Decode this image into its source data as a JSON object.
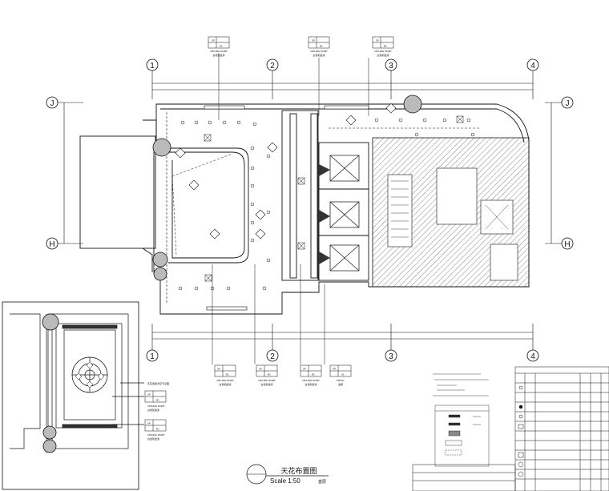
{
  "grid": {
    "columns": [
      "1",
      "2",
      "3",
      "4"
    ],
    "rows": [
      "J",
      "H"
    ]
  },
  "title": {
    "name": "天花布置图",
    "scale": "Scale 1:50",
    "floor": "首层"
  },
  "callouts": {
    "top": [
      {
        "code": "SP",
        "ref": "B1",
        "text": "CEILING PAINT",
        "sub": "白色乳胶漆"
      },
      {
        "code": "SP",
        "ref": "B1",
        "text": "CEILING PAINT",
        "sub": "白色乳胶漆"
      },
      {
        "code": "SP",
        "ref": "B1",
        "text": "CEILING PAINT",
        "sub": "白色乳胶漆"
      }
    ],
    "bottom": [
      {
        "code": "SP",
        "ref": "B1",
        "text": "CEILING PAINT",
        "sub": "白色乳胶漆"
      },
      {
        "code": "SP",
        "ref": "B1",
        "text": "CEILING PAINT",
        "sub": "白色乳胶漆"
      },
      {
        "code": "SP",
        "ref": "B1",
        "text": "CEILING PAINT",
        "sub": "白色乳胶漆"
      },
      {
        "code": "MT",
        "ref": "01",
        "text": "METAL",
        "sub": "金属"
      }
    ],
    "detail": [
      {
        "code": "SP",
        "ref": "B1",
        "text": "CEILING PAINT",
        "sub": "白色乳胶漆"
      },
      {
        "code": "SP",
        "ref": "B1",
        "text": "CEILING PAINT",
        "sub": "白色乳胶漆"
      }
    ],
    "detail_note": "天花造型详见节点图"
  },
  "colors": {
    "line": "#111111",
    "hatch": "#555555"
  }
}
